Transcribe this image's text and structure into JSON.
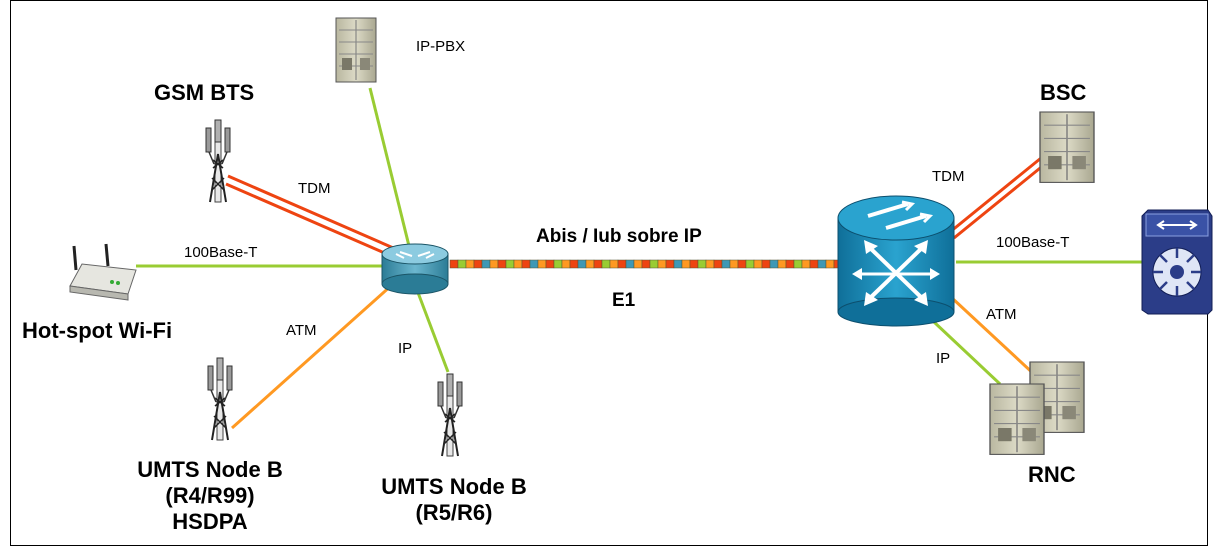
{
  "nodes": {
    "ip_pbx": "IP-PBX",
    "gsm_bts": "GSM BTS",
    "bsc": "BSC",
    "hotspot": "Hot-spot Wi-Fi",
    "umts_r4": [
      "UMTS Node B",
      "(R4/R99)",
      "HSDPA"
    ],
    "umts_r5": [
      "UMTS Node B",
      "(R5/R6)"
    ],
    "rnc": "RNC"
  },
  "links": {
    "tdm_left": "TDM",
    "base_left": "100Base-T",
    "atm_left": "ATM",
    "ip_left": "IP",
    "trunk_top": "Abis / Iub sobre IP",
    "trunk_bottom": "E1",
    "tdm_right": "TDM",
    "base_right": "100Base-T",
    "atm_right": "ATM",
    "ip_right": "IP"
  },
  "colors": {
    "ethernet": "#99cc33",
    "tdm": "#ee4411",
    "atm": "#ff9922",
    "router": "#3f98b5",
    "switch": "#1e8fb8",
    "rack": "#c9c7b0"
  },
  "icons": [
    "router-icon",
    "atm-switch-icon",
    "cell-tower-icon",
    "wifi-access-point-icon",
    "rack-server-icon",
    "layer3-switch-icon"
  ]
}
